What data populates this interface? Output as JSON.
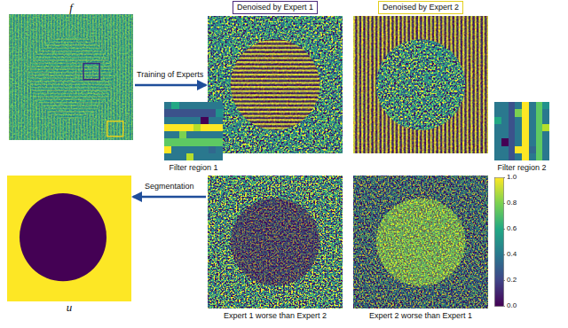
{
  "diagram": {
    "nodes": [
      {
        "text": [
          "f"
        ]
      },
      {
        "text": [
          "Denoised by Expert 1"
        ]
      },
      {
        "text": [
          "Denoised by Expert 2"
        ]
      },
      {
        "text": [
          "Filter region 1"
        ]
      },
      {
        "text": [
          "Filter region 2"
        ]
      },
      {
        "text": [
          "Expert 1 worse than Expert 2"
        ]
      },
      {
        "text": [
          "Expert 2 worse than Expert 1"
        ]
      },
      {
        "text": [
          "u"
        ]
      }
    ],
    "edges": [
      {
        "from": 0,
        "to": 1,
        "arrow": "to",
        "label": "Training of Experts"
      },
      {
        "from": 5,
        "to": 7,
        "arrow": "to",
        "label": "Segmentation"
      }
    ],
    "labels": [
      "1.0",
      "0.8",
      "0.6",
      "0.4",
      "0.2",
      "0.0"
    ]
  }
}
